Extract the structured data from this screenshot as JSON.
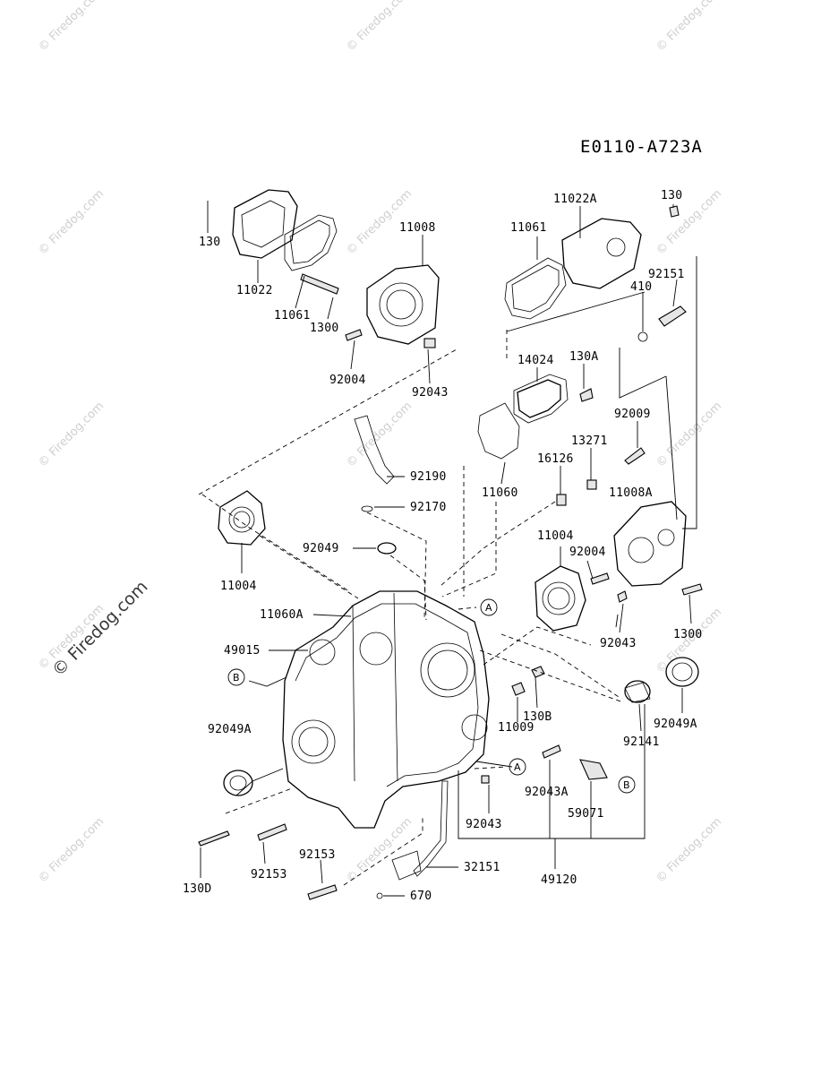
{
  "diagram_code": "E0110-A723A",
  "watermark_text": "© Firedog.com",
  "ref_markers": [
    "A",
    "B"
  ],
  "part_labels": [
    "130",
    "11022",
    "11061",
    "1300",
    "11008",
    "92004",
    "92043",
    "11061",
    "11022A",
    "130",
    "92151",
    "410",
    "14024",
    "130A",
    "92009",
    "13271",
    "16126",
    "11060",
    "11008A",
    "92190",
    "92170",
    "11004",
    "92049",
    "11060A",
    "49015",
    "11004",
    "92004",
    "92043",
    "1300",
    "92049A",
    "11009",
    "130B",
    "92141",
    "92049A",
    "92043A",
    "59071",
    "92043",
    "130D",
    "92153",
    "92153",
    "32151",
    "670",
    "49120"
  ]
}
